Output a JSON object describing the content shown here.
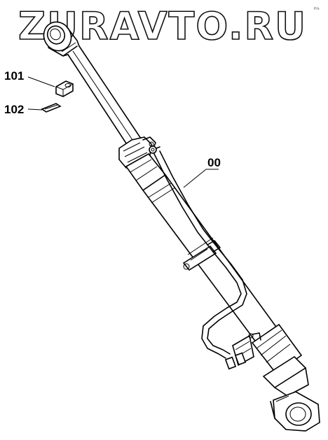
{
  "watermark": {
    "text": "ZURAVTO.RU"
  },
  "corner_note": {
    "text": "P/o"
  },
  "callouts": [
    {
      "id": "label-101",
      "text": "101"
    },
    {
      "id": "label-102",
      "text": "102"
    },
    {
      "id": "label-00",
      "text": "00"
    }
  ]
}
